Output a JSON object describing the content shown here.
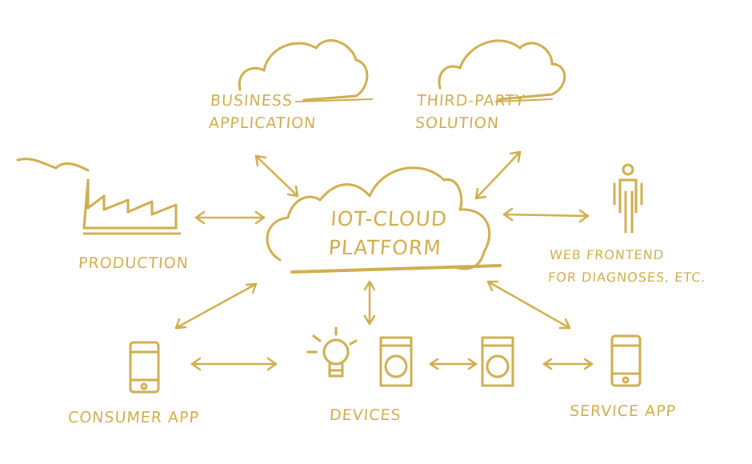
{
  "diagram": {
    "stroke_color": "#cfad4c",
    "center": {
      "label_line1": "IoT-Cloud",
      "label_line2": "Platform"
    },
    "nodes": {
      "business": {
        "line1": "Business",
        "line2": "Application"
      },
      "thirdparty": {
        "line1": "Third-Party",
        "line2": "Solution"
      },
      "production": {
        "label": "Production"
      },
      "web": {
        "line1": "Web Frontend",
        "line2": "for Diagnoses, etc."
      },
      "consumer": {
        "label": "Consumer App"
      },
      "devices": {
        "label": "Devices"
      },
      "service": {
        "label": "Service App"
      }
    }
  }
}
